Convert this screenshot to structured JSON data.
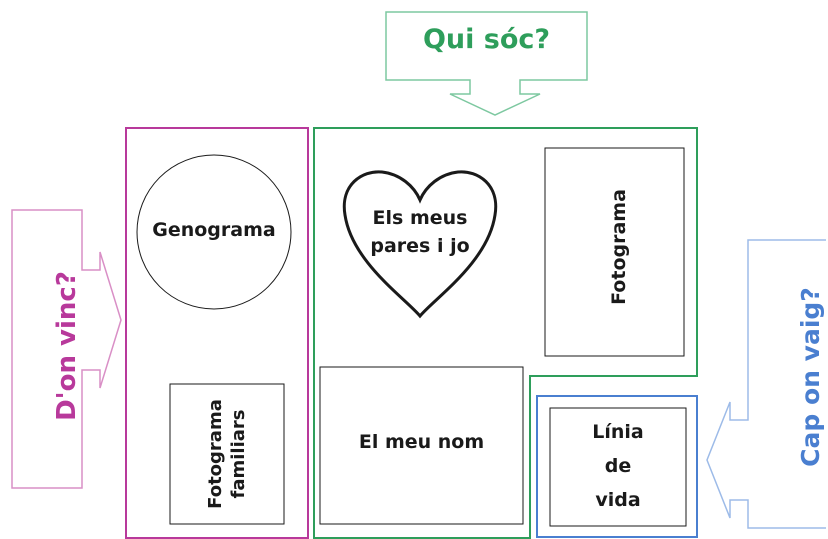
{
  "callouts": {
    "top": "Qui sóc?",
    "left": "D'on vinc?",
    "right": "Cap on vaig?"
  },
  "boxes": {
    "genograma": "Genograma",
    "fotograma_familiars_line1": "Fotograma",
    "fotograma_familiars_line2": "familiars",
    "heart_line1": "Els meus",
    "heart_line2": "pares i jo",
    "fotograma": "Fotograma",
    "el_meu_nom": "El meu nom",
    "linia_line1": "Línia",
    "linia_line2": "de",
    "linia_line3": "vida"
  },
  "colors": {
    "green": "#2e9e5b",
    "purple": "#b8399b",
    "blue": "#4a7fd0",
    "black": "#1a1a1a"
  }
}
